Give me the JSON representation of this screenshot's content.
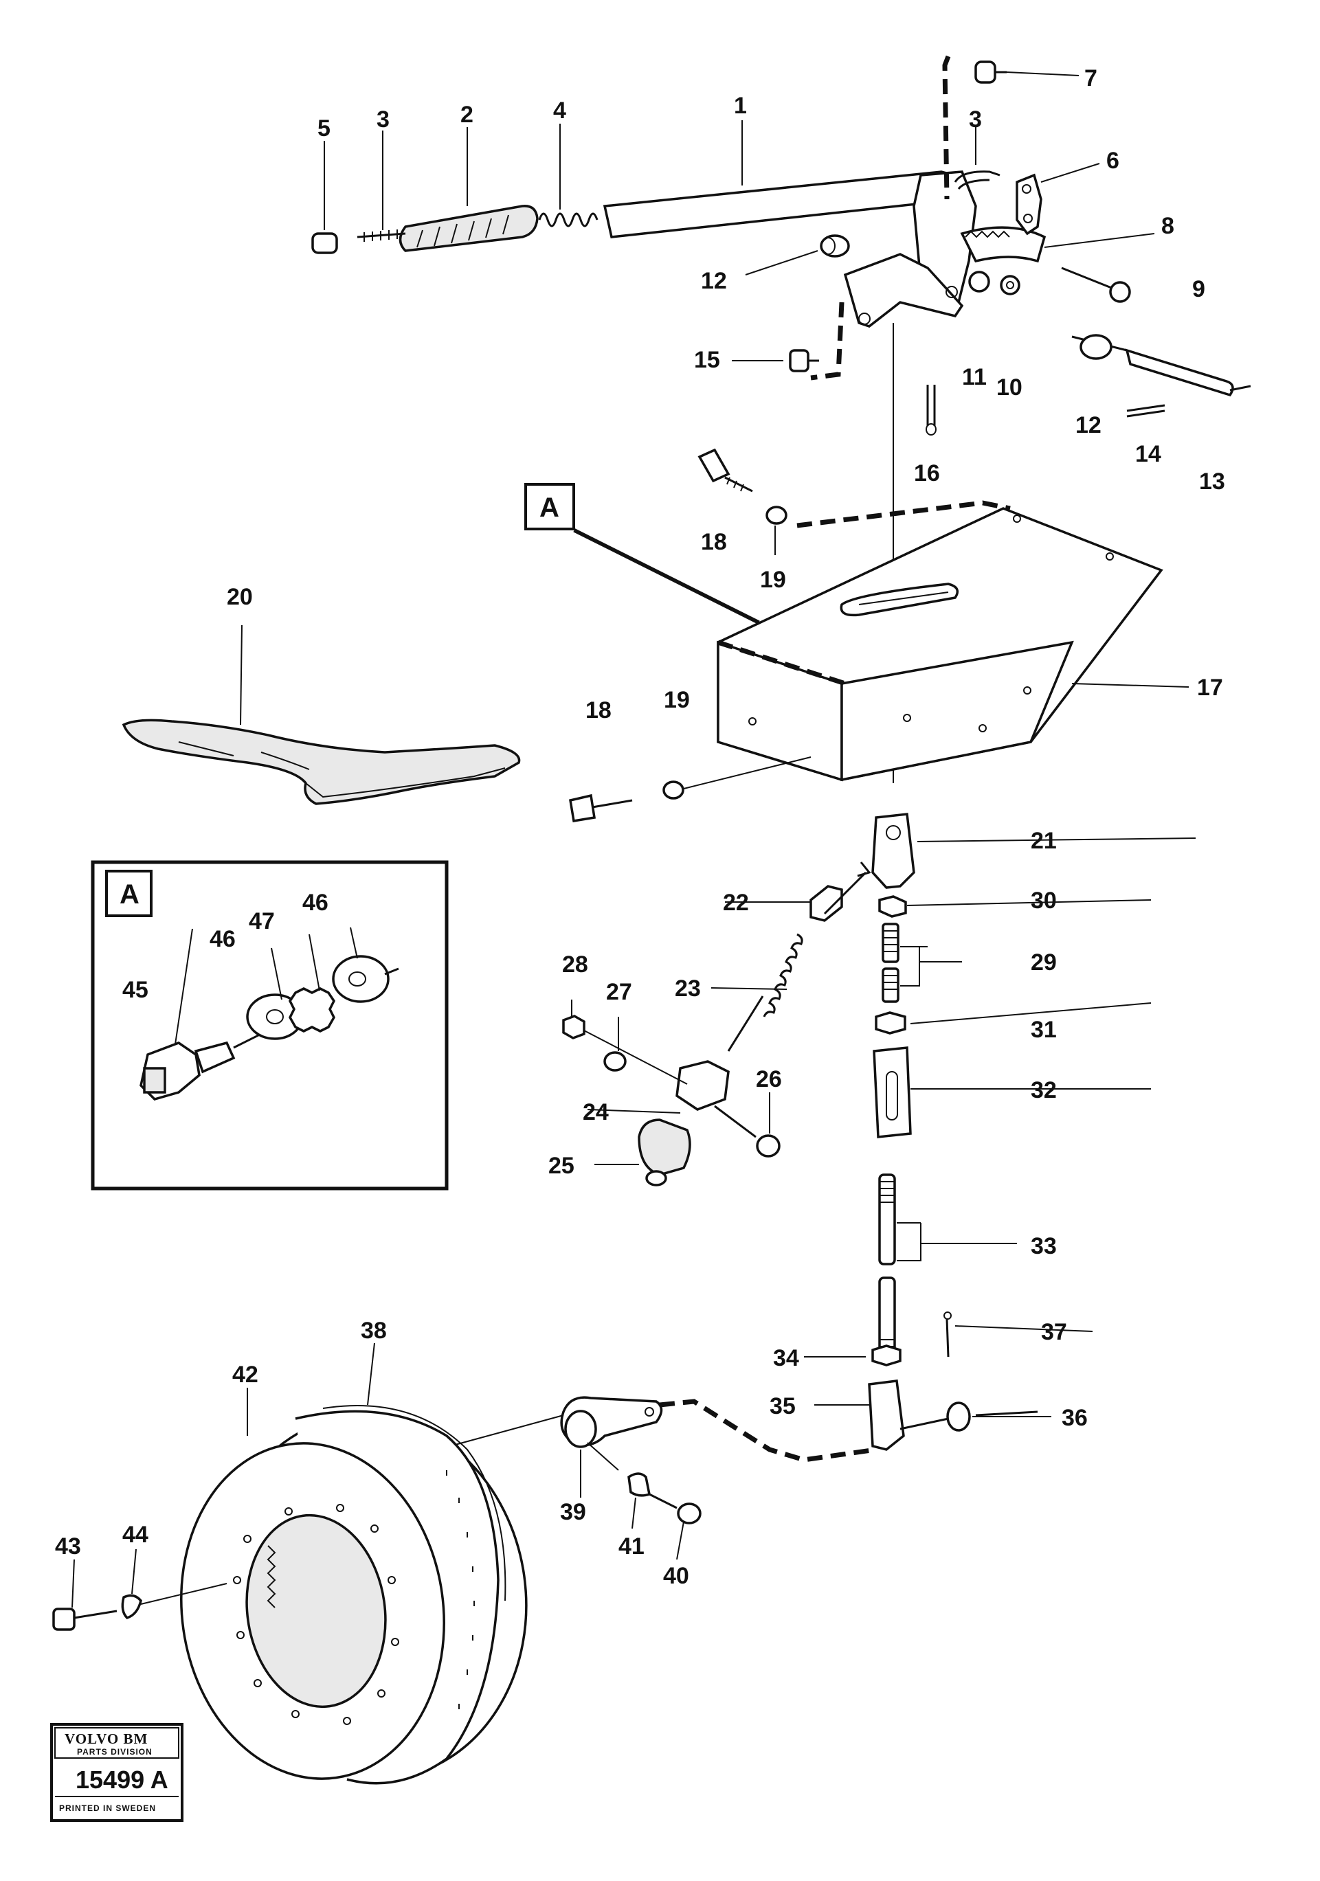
{
  "callouts": {
    "n1": "1",
    "n2": "2",
    "n3": "3",
    "n4": "4",
    "n5": "5",
    "n6": "6",
    "n7": "7",
    "n8": "8",
    "n9": "9",
    "n10": "10",
    "n11": "11",
    "n12": "12",
    "n13": "13",
    "n14": "14",
    "n15": "15",
    "n16": "16",
    "n17": "17",
    "n18": "18",
    "n19": "19",
    "n20": "20",
    "n21": "21",
    "n22": "22",
    "n23": "23",
    "n24": "24",
    "n25": "25",
    "n26": "26",
    "n27": "27",
    "n28": "28",
    "n29": "29",
    "n30": "30",
    "n31": "31",
    "n32": "32",
    "n33": "33",
    "n34": "34",
    "n35": "35",
    "n36": "36",
    "n37": "37",
    "n38": "38",
    "n39": "39",
    "n40": "40",
    "n41": "41",
    "n42": "42",
    "n43": "43",
    "n44": "44",
    "n45": "45",
    "n46": "46",
    "n47": "47"
  },
  "detail_ref": "A",
  "logo": {
    "brand": "VOLVO BM",
    "division": "PARTS DIVISION",
    "drawing_number": "15499 A",
    "printed": "PRINTED IN SWEDEN"
  }
}
